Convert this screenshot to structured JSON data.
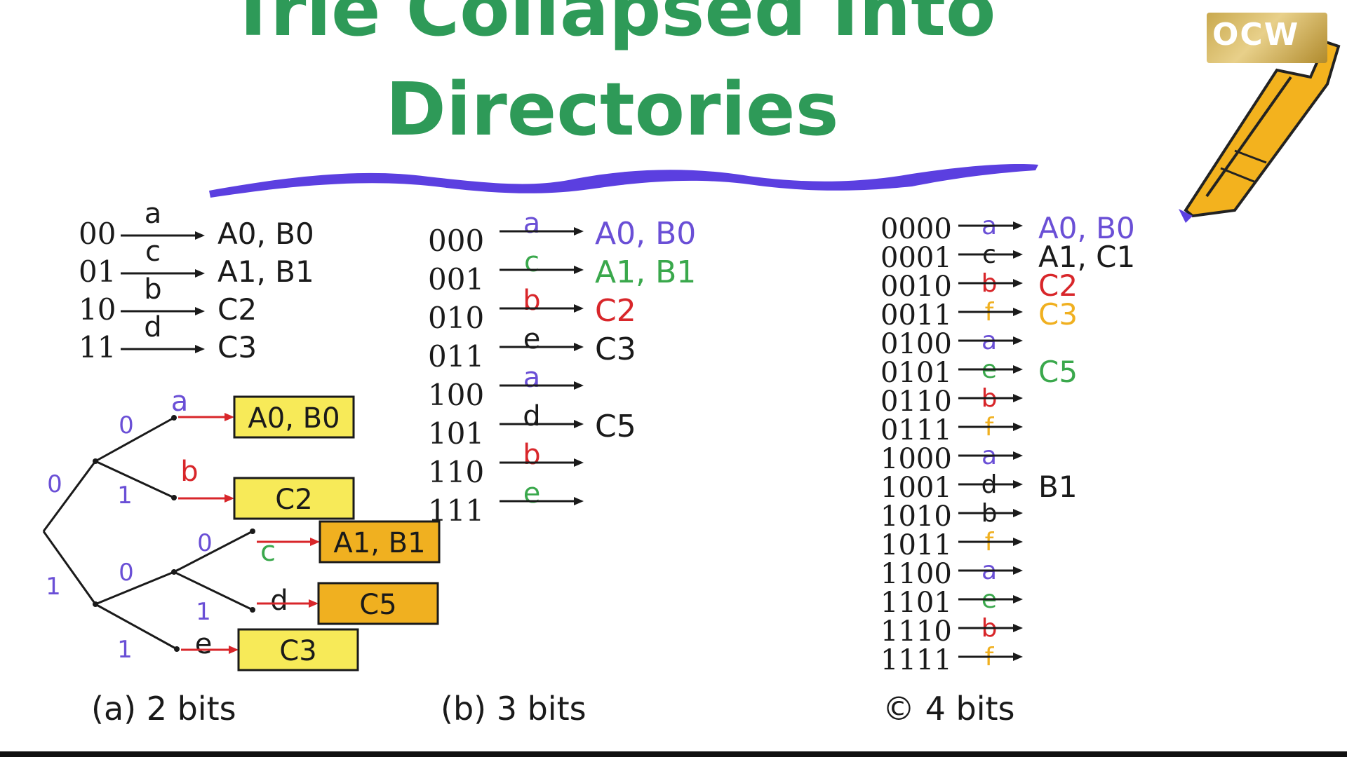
{
  "title": {
    "line1": "Trie Collapsed Into",
    "line2": "Directories"
  },
  "logo": {
    "text": "OCW"
  },
  "colors": {
    "title": "#2e9a58",
    "purple": "#6a4fd6",
    "green": "#3aa84c",
    "red": "#d8262a",
    "orange": "#f0b020",
    "dark": "#1a1a1a",
    "box_yellow": "#f7ea58",
    "box_orange": "#f0b020",
    "brush": "#5b3fe0"
  },
  "captions": {
    "a": "(a) 2 bits",
    "b": "(b) 3 bits",
    "c": "© 4 bits"
  },
  "panel_2bits": [
    {
      "key": "00",
      "label": "a",
      "target": "A0, B0"
    },
    {
      "key": "01",
      "label": "c",
      "target": "A1, B1"
    },
    {
      "key": "10",
      "label": "b",
      "target": "C2"
    },
    {
      "key": "11",
      "label": "d",
      "target": "C3"
    }
  ],
  "panel_3bits": [
    {
      "key": "000",
      "label": "a",
      "label_color": "purple",
      "target": "A0, B0",
      "target_color": "purple"
    },
    {
      "key": "001",
      "label": "c",
      "label_color": "green",
      "target": "A1, B1",
      "target_color": "green"
    },
    {
      "key": "010",
      "label": "b",
      "label_color": "red",
      "target": "C2",
      "target_color": "red"
    },
    {
      "key": "011",
      "label": "e",
      "label_color": "dark",
      "target": "C3",
      "target_color": "dark"
    },
    {
      "key": "100",
      "label": "a",
      "label_color": "purple",
      "target": "",
      "target_color": "dark"
    },
    {
      "key": "101",
      "label": "d",
      "label_color": "dark",
      "target": "C5",
      "target_color": "dark"
    },
    {
      "key": "110",
      "label": "b",
      "label_color": "red",
      "target": "",
      "target_color": "dark"
    },
    {
      "key": "111",
      "label": "e",
      "label_color": "green",
      "target": "",
      "target_color": "dark"
    }
  ],
  "panel_4bits": [
    {
      "key": "0000",
      "label": "a",
      "label_color": "purple",
      "target": "A0, B0",
      "target_color": "purple"
    },
    {
      "key": "0001",
      "label": "c",
      "label_color": "dark",
      "target": "A1, C1",
      "target_color": "dark"
    },
    {
      "key": "0010",
      "label": "b",
      "label_color": "red",
      "target": "C2",
      "target_color": "red"
    },
    {
      "key": "0011",
      "label": "f",
      "label_color": "orange",
      "target": "C3",
      "target_color": "orange"
    },
    {
      "key": "0100",
      "label": "a",
      "label_color": "purple",
      "target": "",
      "target_color": "dark"
    },
    {
      "key": "0101",
      "label": "e",
      "label_color": "green",
      "target": "C5",
      "target_color": "green"
    },
    {
      "key": "0110",
      "label": "b",
      "label_color": "red",
      "target": "",
      "target_color": "dark"
    },
    {
      "key": "0111",
      "label": "f",
      "label_color": "orange",
      "target": "",
      "target_color": "dark"
    },
    {
      "key": "1000",
      "label": "a",
      "label_color": "purple",
      "target": "",
      "target_color": "dark"
    },
    {
      "key": "1001",
      "label": "d",
      "label_color": "dark",
      "target": "B1",
      "target_color": "dark"
    },
    {
      "key": "1010",
      "label": "b",
      "label_color": "dark",
      "target": "",
      "target_color": "dark"
    },
    {
      "key": "1011",
      "label": "f",
      "label_color": "orange",
      "target": "",
      "target_color": "dark"
    },
    {
      "key": "1100",
      "label": "a",
      "label_color": "purple",
      "target": "",
      "target_color": "dark"
    },
    {
      "key": "1101",
      "label": "e",
      "label_color": "green",
      "target": "",
      "target_color": "dark"
    },
    {
      "key": "1110",
      "label": "b",
      "label_color": "red",
      "target": "",
      "target_color": "dark"
    },
    {
      "key": "1111",
      "label": "f",
      "label_color": "orange",
      "target": "",
      "target_color": "dark"
    }
  ],
  "trie": {
    "edge_bits": {
      "root_0": "0",
      "root_1": "1",
      "n0_0": "0",
      "n0_1": "1",
      "n1_0": "0",
      "n1_1": "1",
      "n10_0": "0",
      "n10_1": "1"
    },
    "leaf_labels": {
      "a": "a",
      "b": "b",
      "c": "c",
      "d": "d",
      "e": "e"
    },
    "boxes": {
      "a": "A0, B0",
      "b": "C2",
      "c": "A1, B1",
      "d": "C5",
      "e": "C3"
    }
  }
}
